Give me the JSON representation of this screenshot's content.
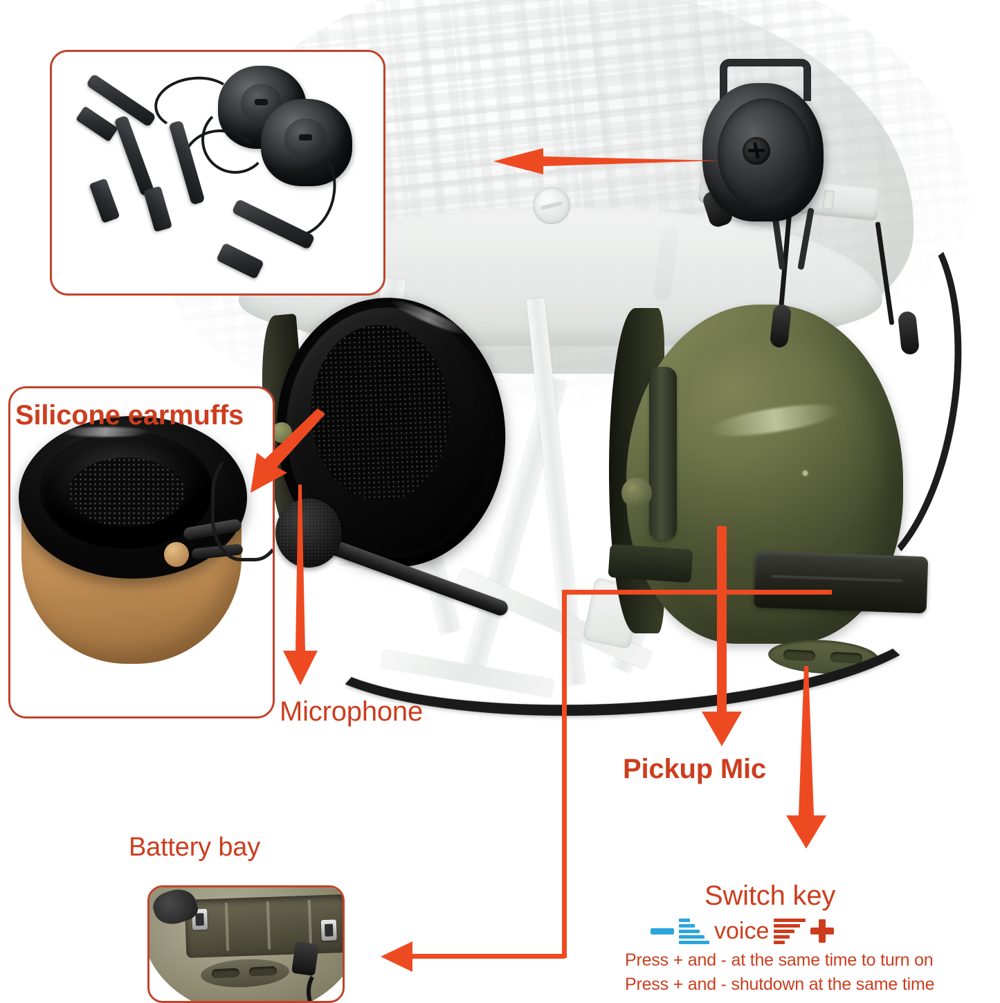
{
  "page": {
    "type": "product-infographic",
    "subject": "Tactical helmet-mounted communication headset",
    "background_color": "#ffffff",
    "accent_color": "#cc3d1e",
    "arrow_color": "#ee4a22",
    "box_border_color": "#c0432a",
    "voice_bar_blue": "#2ba6dd"
  },
  "callouts": {
    "silicone_earmuffs": "Silicone earmuffs",
    "microphone": "Microphone",
    "pickup_mic": "Pickup Mic",
    "battery_bay": "Battery bay",
    "switch_key": "Switch key"
  },
  "switch_key": {
    "voice_label": "voice",
    "minus_symbol": "−",
    "plus_symbol": "+",
    "blue_bar_count": 5,
    "red_bar_count": 5,
    "instruction_line_1": "Press + and -  at the same time to turn on",
    "instruction_line_2": "Press + and - shutdown at the same time"
  },
  "insets": [
    {
      "name": "helmet-rail-adapters",
      "description": "Pair of black ARC rail adapter mounts with curved steel arms and clips"
    },
    {
      "name": "silicone-earmuff",
      "description": "Coyote tan earcup with glossy black silicone earmuff cushion and honeycomb mesh"
    },
    {
      "name": "battery-bay",
      "description": "Open battery compartment with two AA battery slots and metal terminals"
    }
  ],
  "main_photo": {
    "helmet": "White FAST ballistic helmet with faint digital camo pattern",
    "left_earcup_color": "#0b0b0b",
    "right_earcup_color": "#6d7449",
    "rail_adapter_color": "#2b2d30"
  }
}
